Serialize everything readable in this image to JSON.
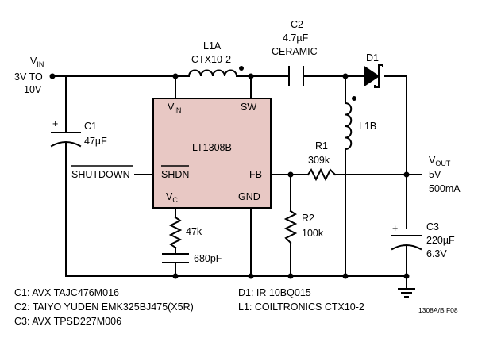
{
  "colors": {
    "ic_fill": "#e8c8c4",
    "ink": "#000000"
  },
  "input": {
    "label_main": "V",
    "label_sub": "IN",
    "range_line1": "3V TO",
    "range_line2": "10V"
  },
  "output": {
    "label_main": "V",
    "label_sub": "OUT",
    "voltage": "5V",
    "current": "500mA"
  },
  "shutdown": {
    "label": "SHUTDOWN"
  },
  "ic": {
    "name": "LT1308B",
    "pin_vin_main": "V",
    "pin_vin_sub": "IN",
    "pin_sw": "SW",
    "pin_shdn": "SHDN",
    "pin_fb": "FB",
    "pin_vc_main": "V",
    "pin_vc_sub": "C",
    "pin_gnd": "GND"
  },
  "components": {
    "c1": {
      "ref": "C1",
      "value": "47µF",
      "polarity": "+"
    },
    "l1a": {
      "ref": "L1A",
      "value": "CTX10-2"
    },
    "c2": {
      "ref": "C2",
      "value": "4.7µF",
      "type": "CERAMIC"
    },
    "d1": {
      "ref": "D1"
    },
    "l1b": {
      "ref": "L1B"
    },
    "r1": {
      "ref": "R1",
      "value": "309k"
    },
    "r2": {
      "ref": "R2",
      "value": "100k"
    },
    "c3": {
      "ref": "C3",
      "value": "220µF",
      "voltage": "6.3V",
      "polarity": "+"
    },
    "rc": {
      "value": "47k"
    },
    "cc": {
      "value": "680pF"
    }
  },
  "bom": {
    "left": [
      "C1:  AVX TAJC476M016",
      "C2:  TAIYO YUDEN EMK325BJ475(X5R)",
      "C3:  AVX TPSD227M006"
    ],
    "right": [
      "D1:  IR 10BQ015",
      "L1:  COILTRONICS CTX10-2"
    ]
  },
  "figure_id": "1308A/B F08"
}
